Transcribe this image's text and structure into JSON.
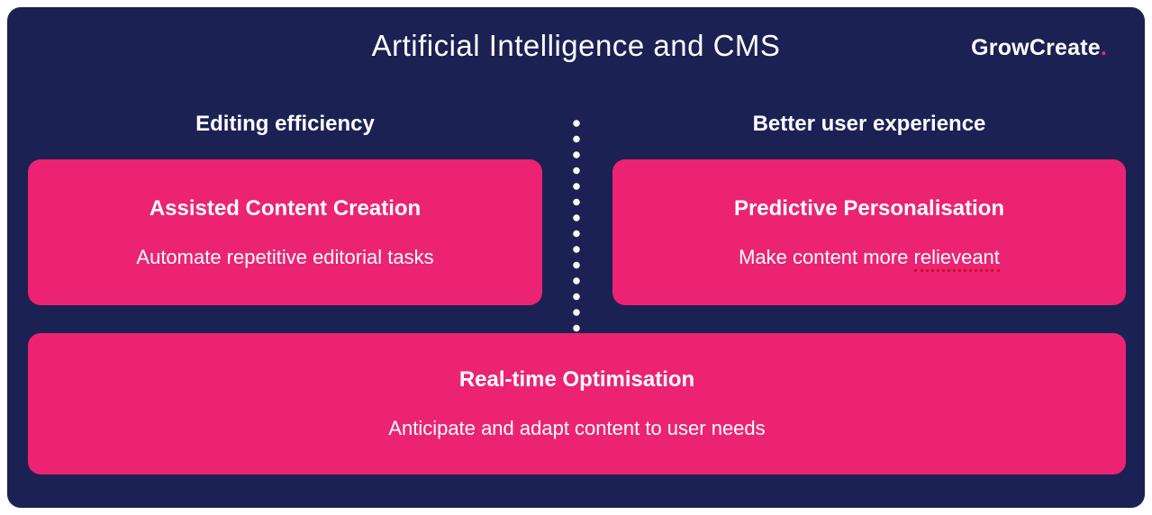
{
  "page": {
    "title": "Artificial Intelligence and CMS",
    "logo": {
      "text": "GrowCreate",
      "dot": "."
    }
  },
  "columns": {
    "left": {
      "header": "Editing efficiency"
    },
    "right": {
      "header": "Better user experience"
    }
  },
  "cards": {
    "assisted_content_creation": {
      "title": "Assisted Content Creation",
      "subtitle": "Automate repetitive editorial tasks"
    },
    "predictive_personalisation": {
      "title": "Predictive Personalisation",
      "subtitle_prefix": "Make content more ",
      "subtitle_misspelled_word": "relieveant"
    },
    "real_time_optimisation": {
      "title": "Real-time Optimisation",
      "subtitle": "Anticipate and adapt content to user needs"
    }
  },
  "colors": {
    "canvas_background": "#FFFFFF",
    "panel_background": "#1B2153",
    "card_background": "#EC2372",
    "text": "#FFFFFF",
    "spellcheck_underline": "#CE1126",
    "logo_dot": "#EC2372"
  }
}
